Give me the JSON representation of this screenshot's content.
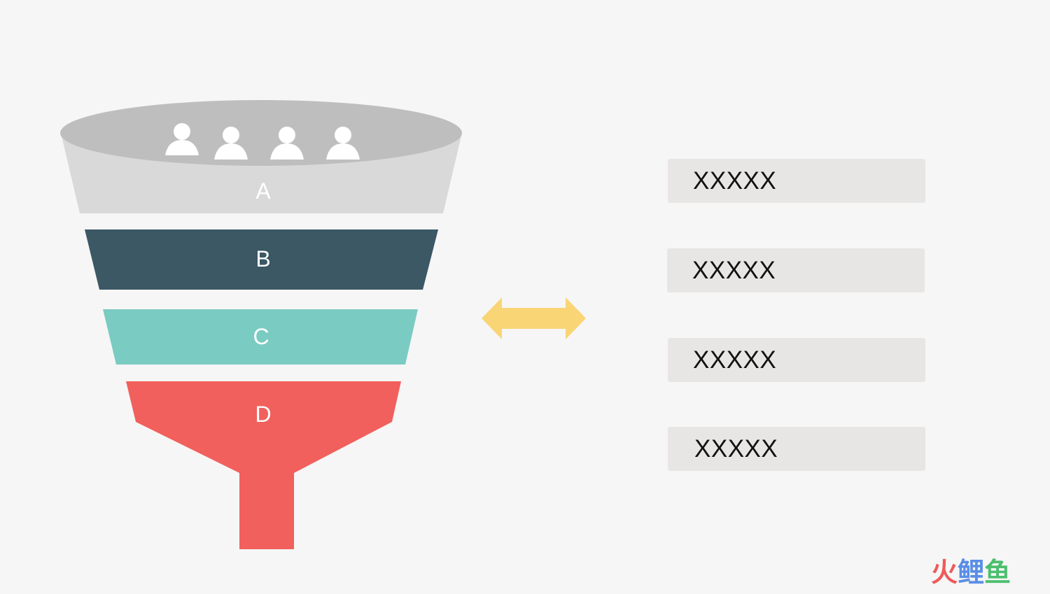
{
  "funnel": {
    "stages": [
      {
        "label": "A",
        "color": "#d9d9d9"
      },
      {
        "label": "B",
        "color": "#3b5864"
      },
      {
        "label": "C",
        "color": "#7acbc1"
      },
      {
        "label": "D",
        "color": "#f1605c"
      }
    ],
    "rim_color": "#bebebe",
    "person_icon_count": 4
  },
  "arrow": {
    "icon": "double-arrow-horizontal-icon",
    "color": "#f9d576"
  },
  "boxes": [
    {
      "text": "XXXXX"
    },
    {
      "text": "XXXXX"
    },
    {
      "text": "XXXXX"
    },
    {
      "text": "XXXXX"
    }
  ],
  "watermark": {
    "chars": [
      "火",
      "鲤",
      "鱼"
    ],
    "colors": [
      "#ef5a5a",
      "#5a8ee6",
      "#4cbf6e"
    ]
  }
}
